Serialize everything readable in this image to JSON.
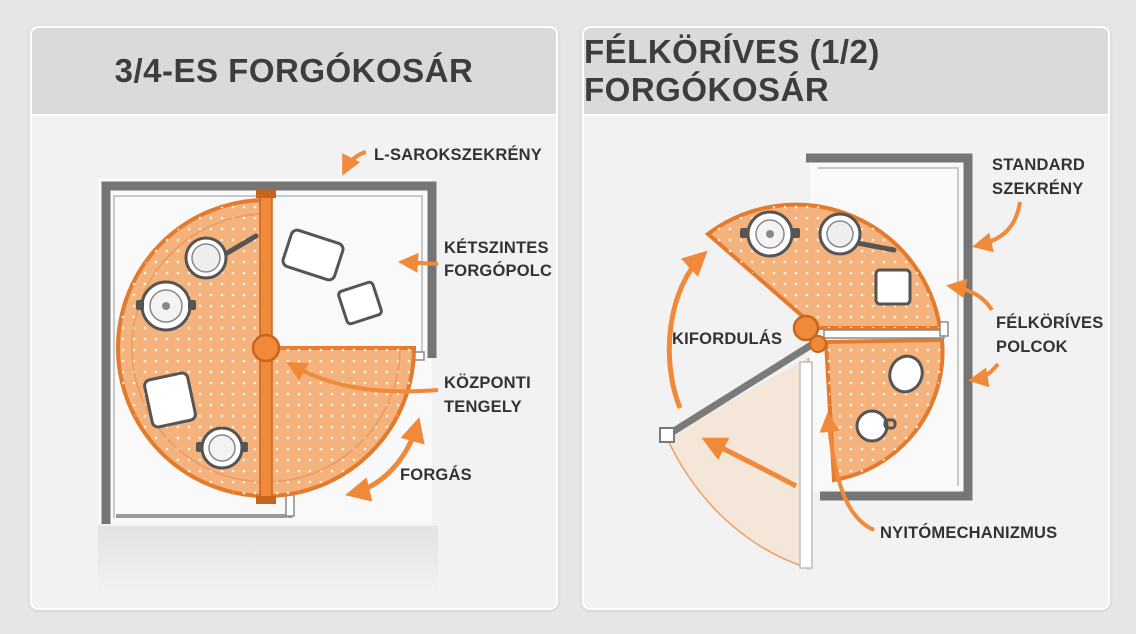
{
  "panels": {
    "left": {
      "title": "3/4-ES FORGÓKOSÁR",
      "labels": {
        "l_cabinet": "L-SAROKSZEKRÉNY",
        "shelf_1": "KÉTSZINTES",
        "shelf_2": "FORGÓPOLC",
        "axis_1": "KÖZPONTI",
        "axis_2": "TENGELY",
        "rotation": "FORGÁS"
      }
    },
    "right": {
      "title": "FÉLKÖRÍVES (1/2) FORGÓKOSÁR",
      "labels": {
        "standard_1": "STANDARD",
        "standard_2": "SZEKRÉNY",
        "swing_out": "KIFORDULÁS",
        "shelves_1": "FÉLKÖRÍVES",
        "shelves_2": "POLCOK",
        "mechanism": "NYITÓMECHANIZMUS"
      }
    }
  },
  "colors": {
    "accent": "#f0893a",
    "shelf_fill": "#f4b27d",
    "shelf_stroke": "#e47a2c",
    "cabinet_wall": "#757575",
    "text": "#333333",
    "header_bg": "#dadada",
    "panel_bg": "#f2f2f2"
  },
  "icons": [
    "pot-icon",
    "pan-icon",
    "container-icon",
    "bowl-icon",
    "cup-icon",
    "arrow-icon",
    "axis-icon"
  ]
}
